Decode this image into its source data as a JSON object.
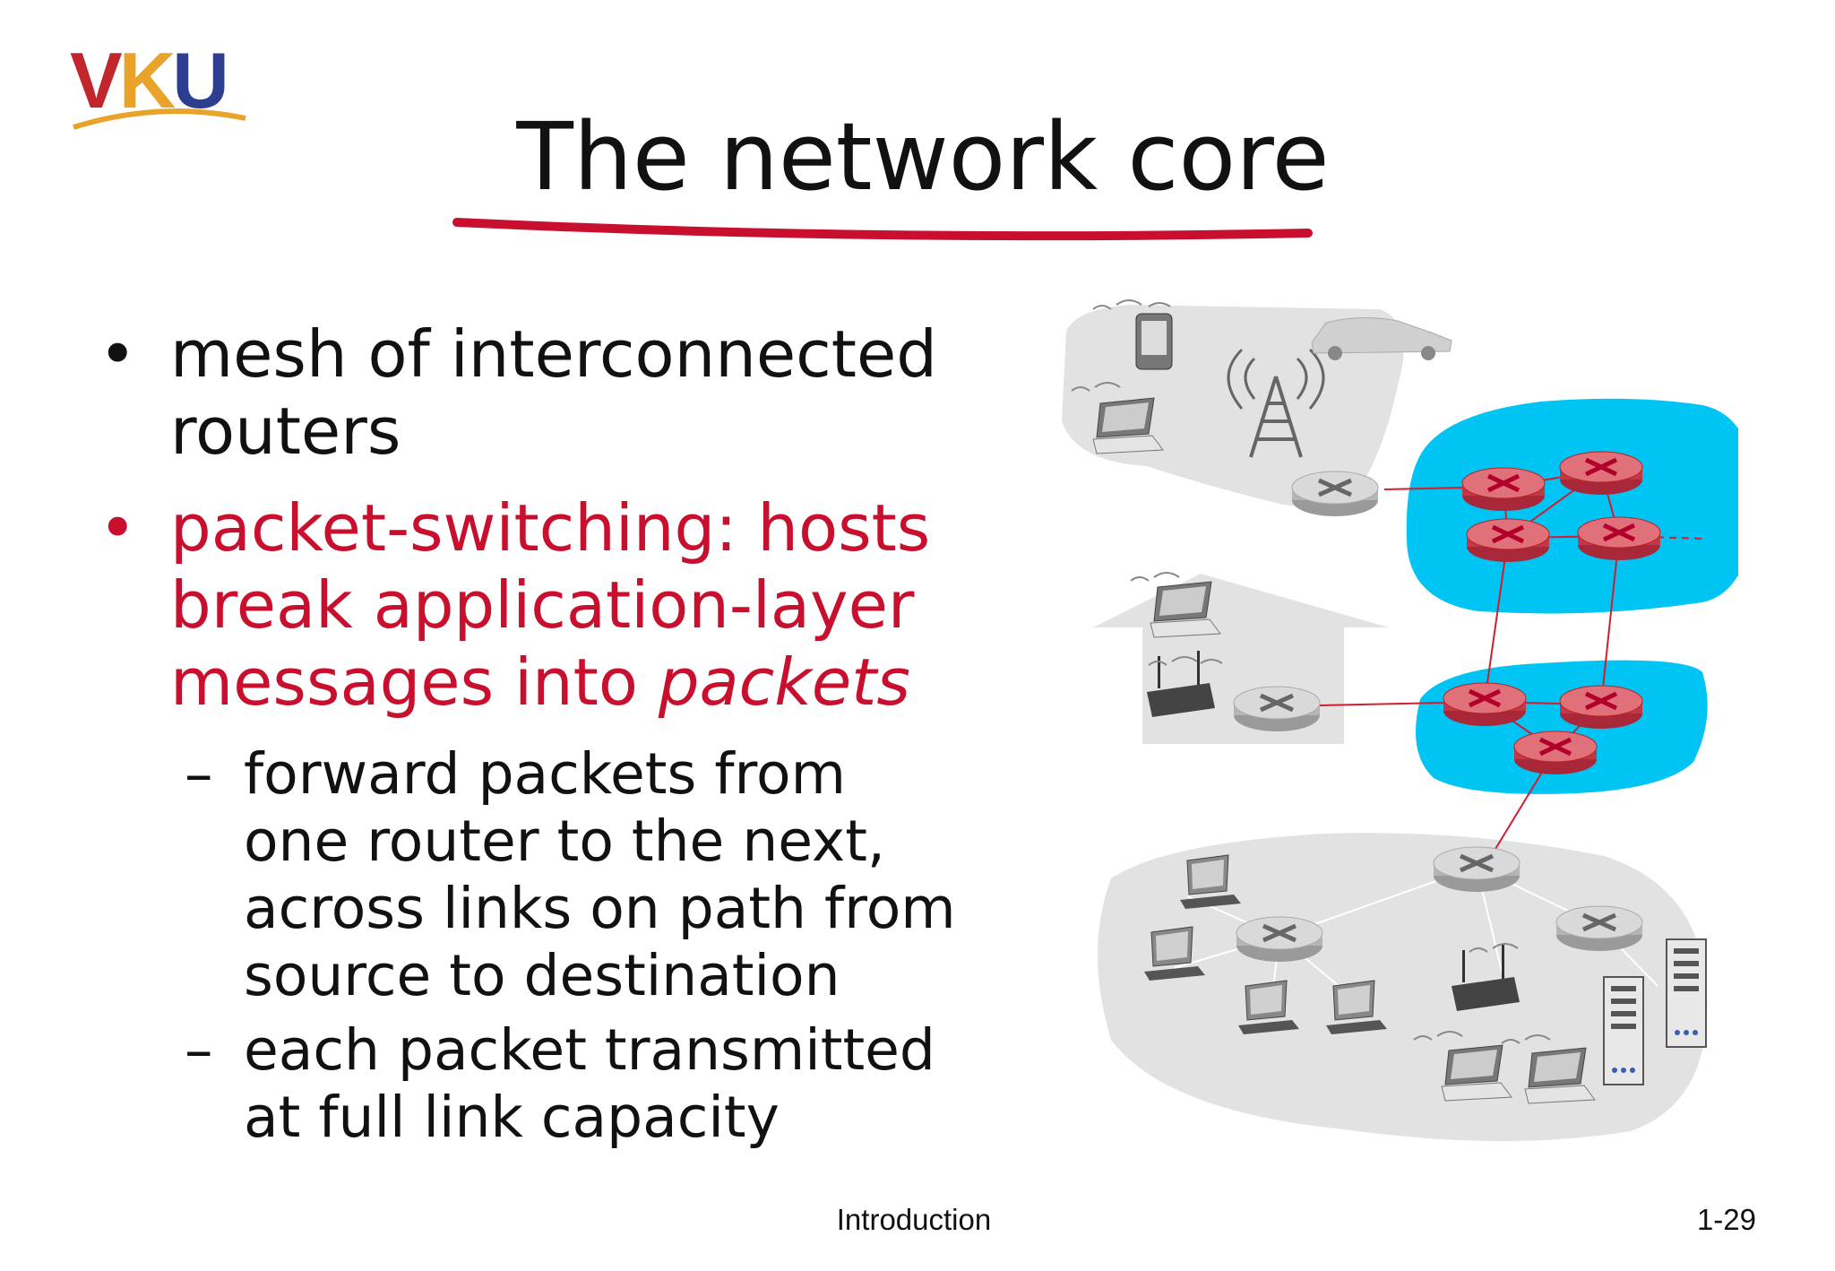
{
  "logo": {
    "parts": [
      "V",
      "K",
      "U"
    ]
  },
  "slide": {
    "title": "The network core",
    "bullets": [
      {
        "lines": [
          "mesh of interconnected",
          "routers"
        ],
        "color": "#111111"
      },
      {
        "lines": [
          "packet-switching: hosts",
          "break application-layer",
          "messages into "
        ],
        "emph": "packets",
        "color": "#c8102e"
      }
    ],
    "subbullets": [
      {
        "lines": [
          "forward packets from",
          "one router to the next,",
          "across links on path from",
          "source to destination"
        ]
      },
      {
        "lines": [
          "each packet transmitted",
          "at full link capacity"
        ]
      }
    ],
    "bullet_symbol": "•",
    "dash_symbol": "–"
  },
  "footer": {
    "center": "Introduction",
    "page": "1-29"
  },
  "colors": {
    "accent_red": "#c8102e",
    "core_blue": "#00c4f4",
    "edge_gray": "#e2e2e2",
    "router_red": "#d43a4a"
  }
}
